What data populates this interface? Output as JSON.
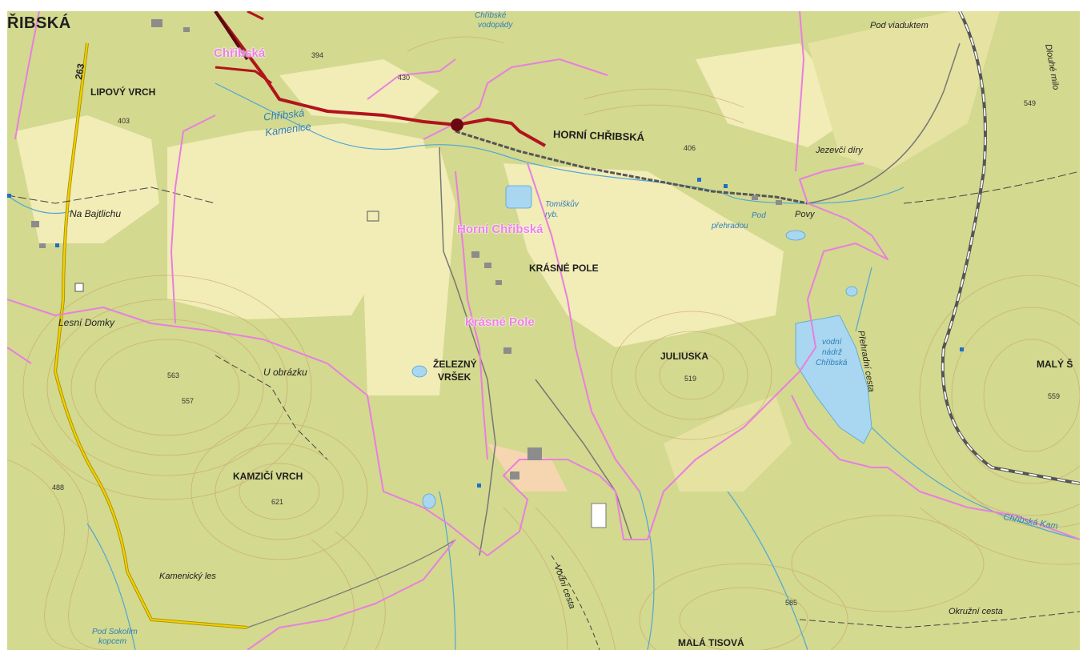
{
  "map": {
    "route_color": "#b0141c",
    "boundary_color": "#e87fe0",
    "water_color": "#a9d6f0",
    "forest_color": "#d3d98e",
    "meadow_color": "#f2ecb7",
    "road_number": "263",
    "labels": {
      "region_left": "ŘIBSKÁ",
      "chribska_town": "Chřibská",
      "lipovy_vrch": "LIPOVÝ VRCH",
      "lipovy_alt": "403",
      "chribska_kamenice_1": "Chřibská",
      "chribska_kamenice_2": "Kamenice",
      "horni_chribska": "HORNÍ CHŘIBSKÁ",
      "horni_alt": "406",
      "horni_chribska_pink": "Horní Chřibská",
      "tomiskuv_1": "Tomiškův",
      "tomiskuv_2": "ryb.",
      "krasne_pole": "KRÁSNÉ POLE",
      "krasne_pole_pink": "Krásné Pole",
      "na_bajtlichu": "Na Bajtlichu",
      "lesni_domky": "Lesní Domky",
      "alt_563": "563",
      "alt_557": "557",
      "u_obrazku": "U obrázku",
      "zelezny_1": "ŽELEZNÝ",
      "zelezny_2": "VRŠEK",
      "kamzici_vrch": "KAMZIČÍ VRCH",
      "alt_621": "621",
      "alt_488": "488",
      "juliuska": "JULIUSKA",
      "alt_519": "519",
      "vodni_1": "vodní",
      "vodni_2": "nádrž",
      "vodni_3": "Chřibská",
      "prehradni": "Přehradní cesta",
      "malys": "MALÝ Š",
      "alt_559": "559",
      "chribska_kam_r": "Chřibská Kam",
      "pod_viaduktem": "Pod viaduktem",
      "dlouhe_milo": "Dlouhé milo",
      "alt_549": "549",
      "jezevci_diry": "Jezevčí díry",
      "pod_prehradou_1": "Pod",
      "pod_prehradou_2": "přehradou",
      "kamenicky_les": "Kamenický les",
      "vodni_cesta": "Vodní cesta",
      "okruzni_cesta": "Okružní cesta",
      "alt_585": "585",
      "mala_tisova": "MALÁ TISOVÁ",
      "alt_430": "430",
      "alt_394": "394",
      "chribske_vodopady_1": "Chřibské",
      "chribske_vodopady_2": "vodopády",
      "pod_sokolim_1": "Pod Sokolím",
      "pod_sokolim_2": "kopcem",
      "povy": "Povy"
    }
  }
}
